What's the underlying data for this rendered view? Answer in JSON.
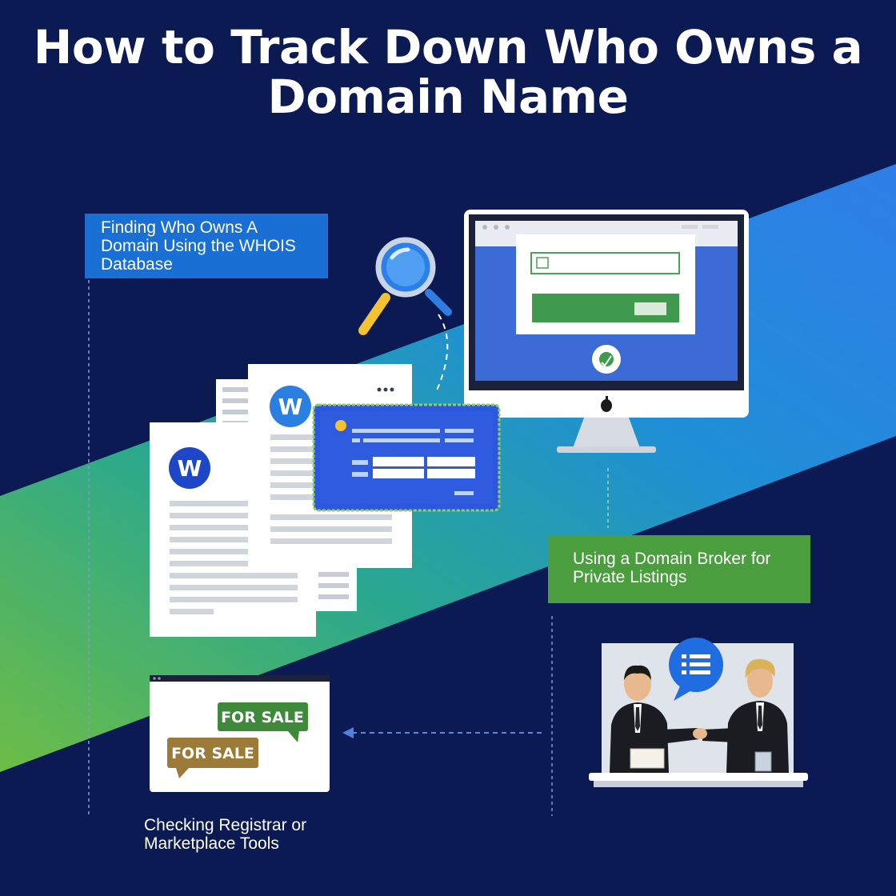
{
  "title": {
    "line1": "How to Track Down Who Owns a",
    "line2": "Domain Name"
  },
  "steps": {
    "whois": {
      "line1": "Finding Who Owns A",
      "line2": "Domain Using the WHOIS",
      "line3": "Database"
    },
    "broker": {
      "line1": "Using a Domain Broker for",
      "line2": "Private Listings"
    },
    "registrar": {
      "line1": "Checking Registrar or",
      "line2": "Marketplace Tools"
    }
  },
  "tags": {
    "for_sale_1": "FOR SALE",
    "for_sale_2": "FOR SALE"
  },
  "documents": {
    "logo_letter": "W"
  },
  "icons": [
    "magnifier-icon",
    "computer-monitor-icon",
    "document-icon",
    "for-sale-tag-icon",
    "handshake-icon",
    "chat-bubble-icon",
    "apple-logo-icon"
  ],
  "colors": {
    "background": "#0b1a52",
    "band_green": "#5fb546",
    "band_blue": "#1d7fe0",
    "whois_label": "#1a6fd4",
    "broker_label": "#4a9e3e",
    "for_sale_green": "#3f8a3a",
    "for_sale_gold": "#9c7a37"
  }
}
